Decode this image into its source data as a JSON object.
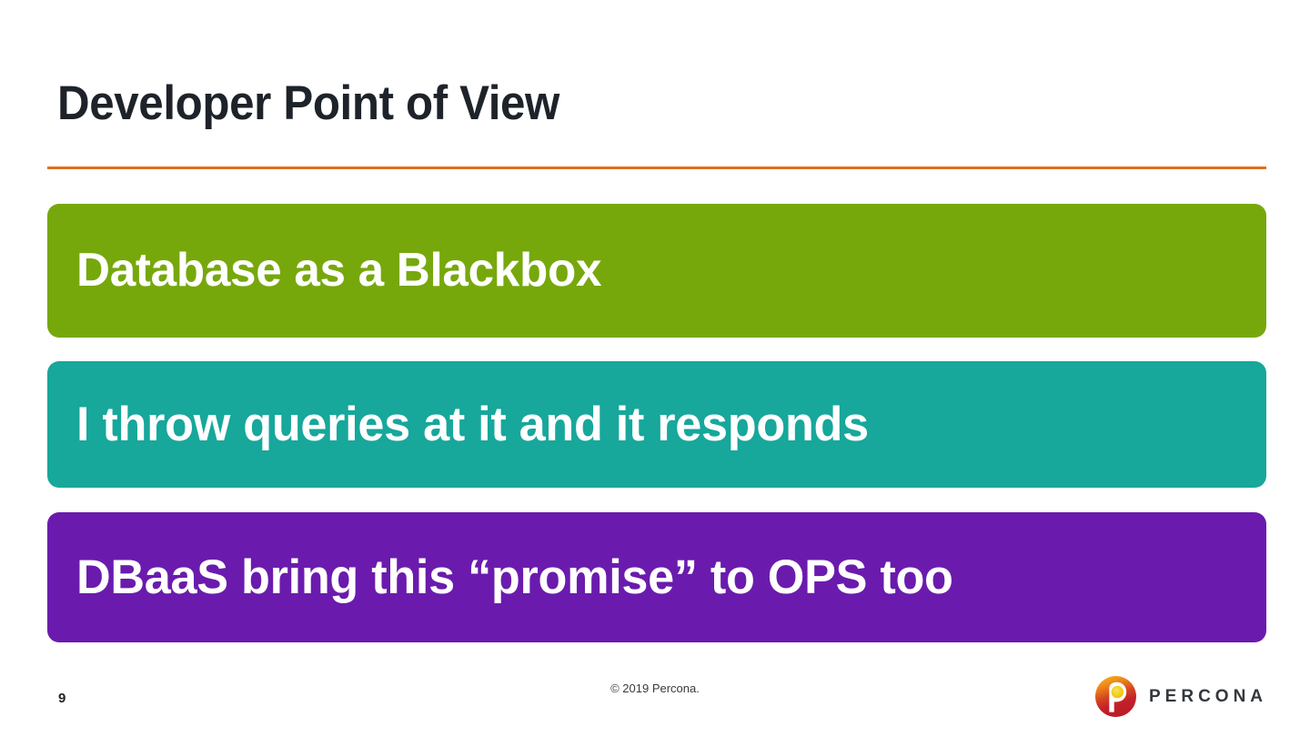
{
  "slide": {
    "title": "Developer Point of View",
    "accent_rule_color": "#de6f1e",
    "background_color": "#ffffff",
    "title_color": "#1e232a"
  },
  "bars": [
    {
      "text": "Database as a Blackbox",
      "color": "#76a80c",
      "text_color": "#ffffff",
      "name": "bar-database-blackbox"
    },
    {
      "text": "I throw queries at it and it responds",
      "color": "#17a79b",
      "text_color": "#ffffff",
      "name": "bar-throw-queries"
    },
    {
      "text": "DBaaS bring this “promise” to OPS too",
      "color": "#6a1bad",
      "text_color": "#ffffff",
      "name": "bar-dbaas-promise"
    }
  ],
  "footer": {
    "page_number": "9",
    "copyright": "© 2019 Percona.",
    "logo_wordmark": "PERCONA",
    "logo_icon": "percona-circle-p-logo",
    "logo_colors": {
      "ring_dark_red": "#c01f2a",
      "ring_orange": "#e8771a",
      "ring_gold": "#f2a81d",
      "inner_dot": "#f3cf1b",
      "wordmark": "#33383d"
    }
  }
}
